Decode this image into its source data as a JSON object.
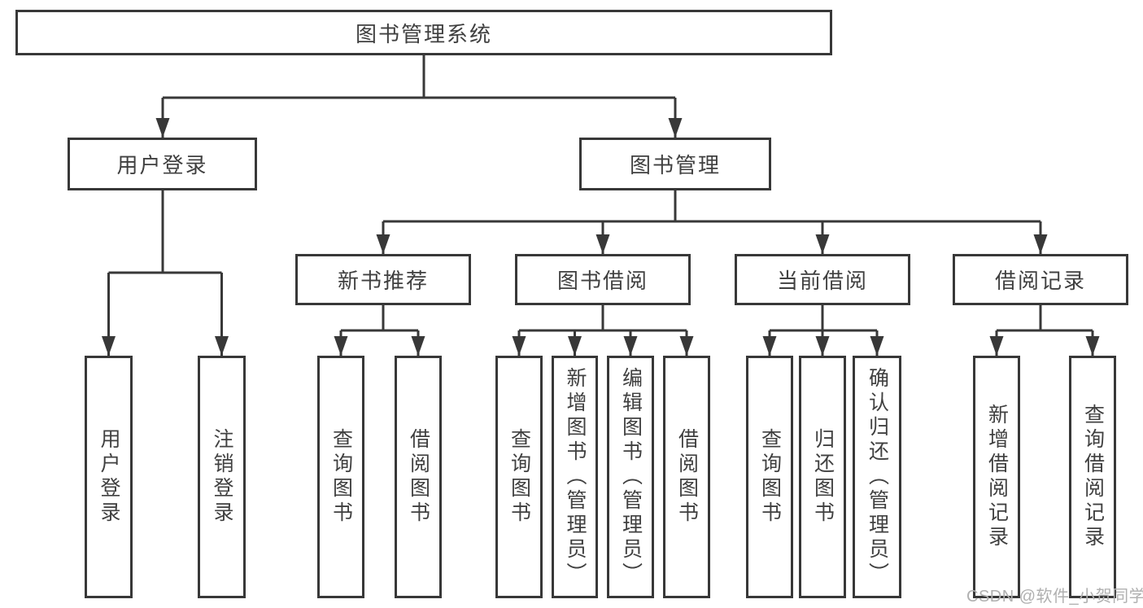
{
  "tree": {
    "label": "图书管理系统",
    "children": [
      {
        "label": "用户登录",
        "children": [
          {
            "label": "用户登录"
          },
          {
            "label": "注销登录"
          }
        ]
      },
      {
        "label": "图书管理",
        "children": [
          {
            "label": "新书推荐",
            "children": [
              {
                "label": "查询图书"
              },
              {
                "label": "借阅图书"
              }
            ]
          },
          {
            "label": "图书借阅",
            "children": [
              {
                "label": "查询图书"
              },
              {
                "label": "新增图书（管理员）"
              },
              {
                "label": "编辑图书（管理员）"
              },
              {
                "label": "借阅图书"
              }
            ]
          },
          {
            "label": "当前借阅",
            "children": [
              {
                "label": "查询图书"
              },
              {
                "label": "归还图书"
              },
              {
                "label": "确认归还（管理员）"
              }
            ]
          },
          {
            "label": "借阅记录",
            "children": [
              {
                "label": "新增借阅记录"
              },
              {
                "label": "查询借阅记录"
              }
            ]
          }
        ]
      }
    ]
  },
  "watermark": "CSDN @软件_小贺同学",
  "colors": {
    "line": "#383838",
    "text": "#404040",
    "watermark": "#b0b0b0",
    "background": "#ffffff"
  }
}
